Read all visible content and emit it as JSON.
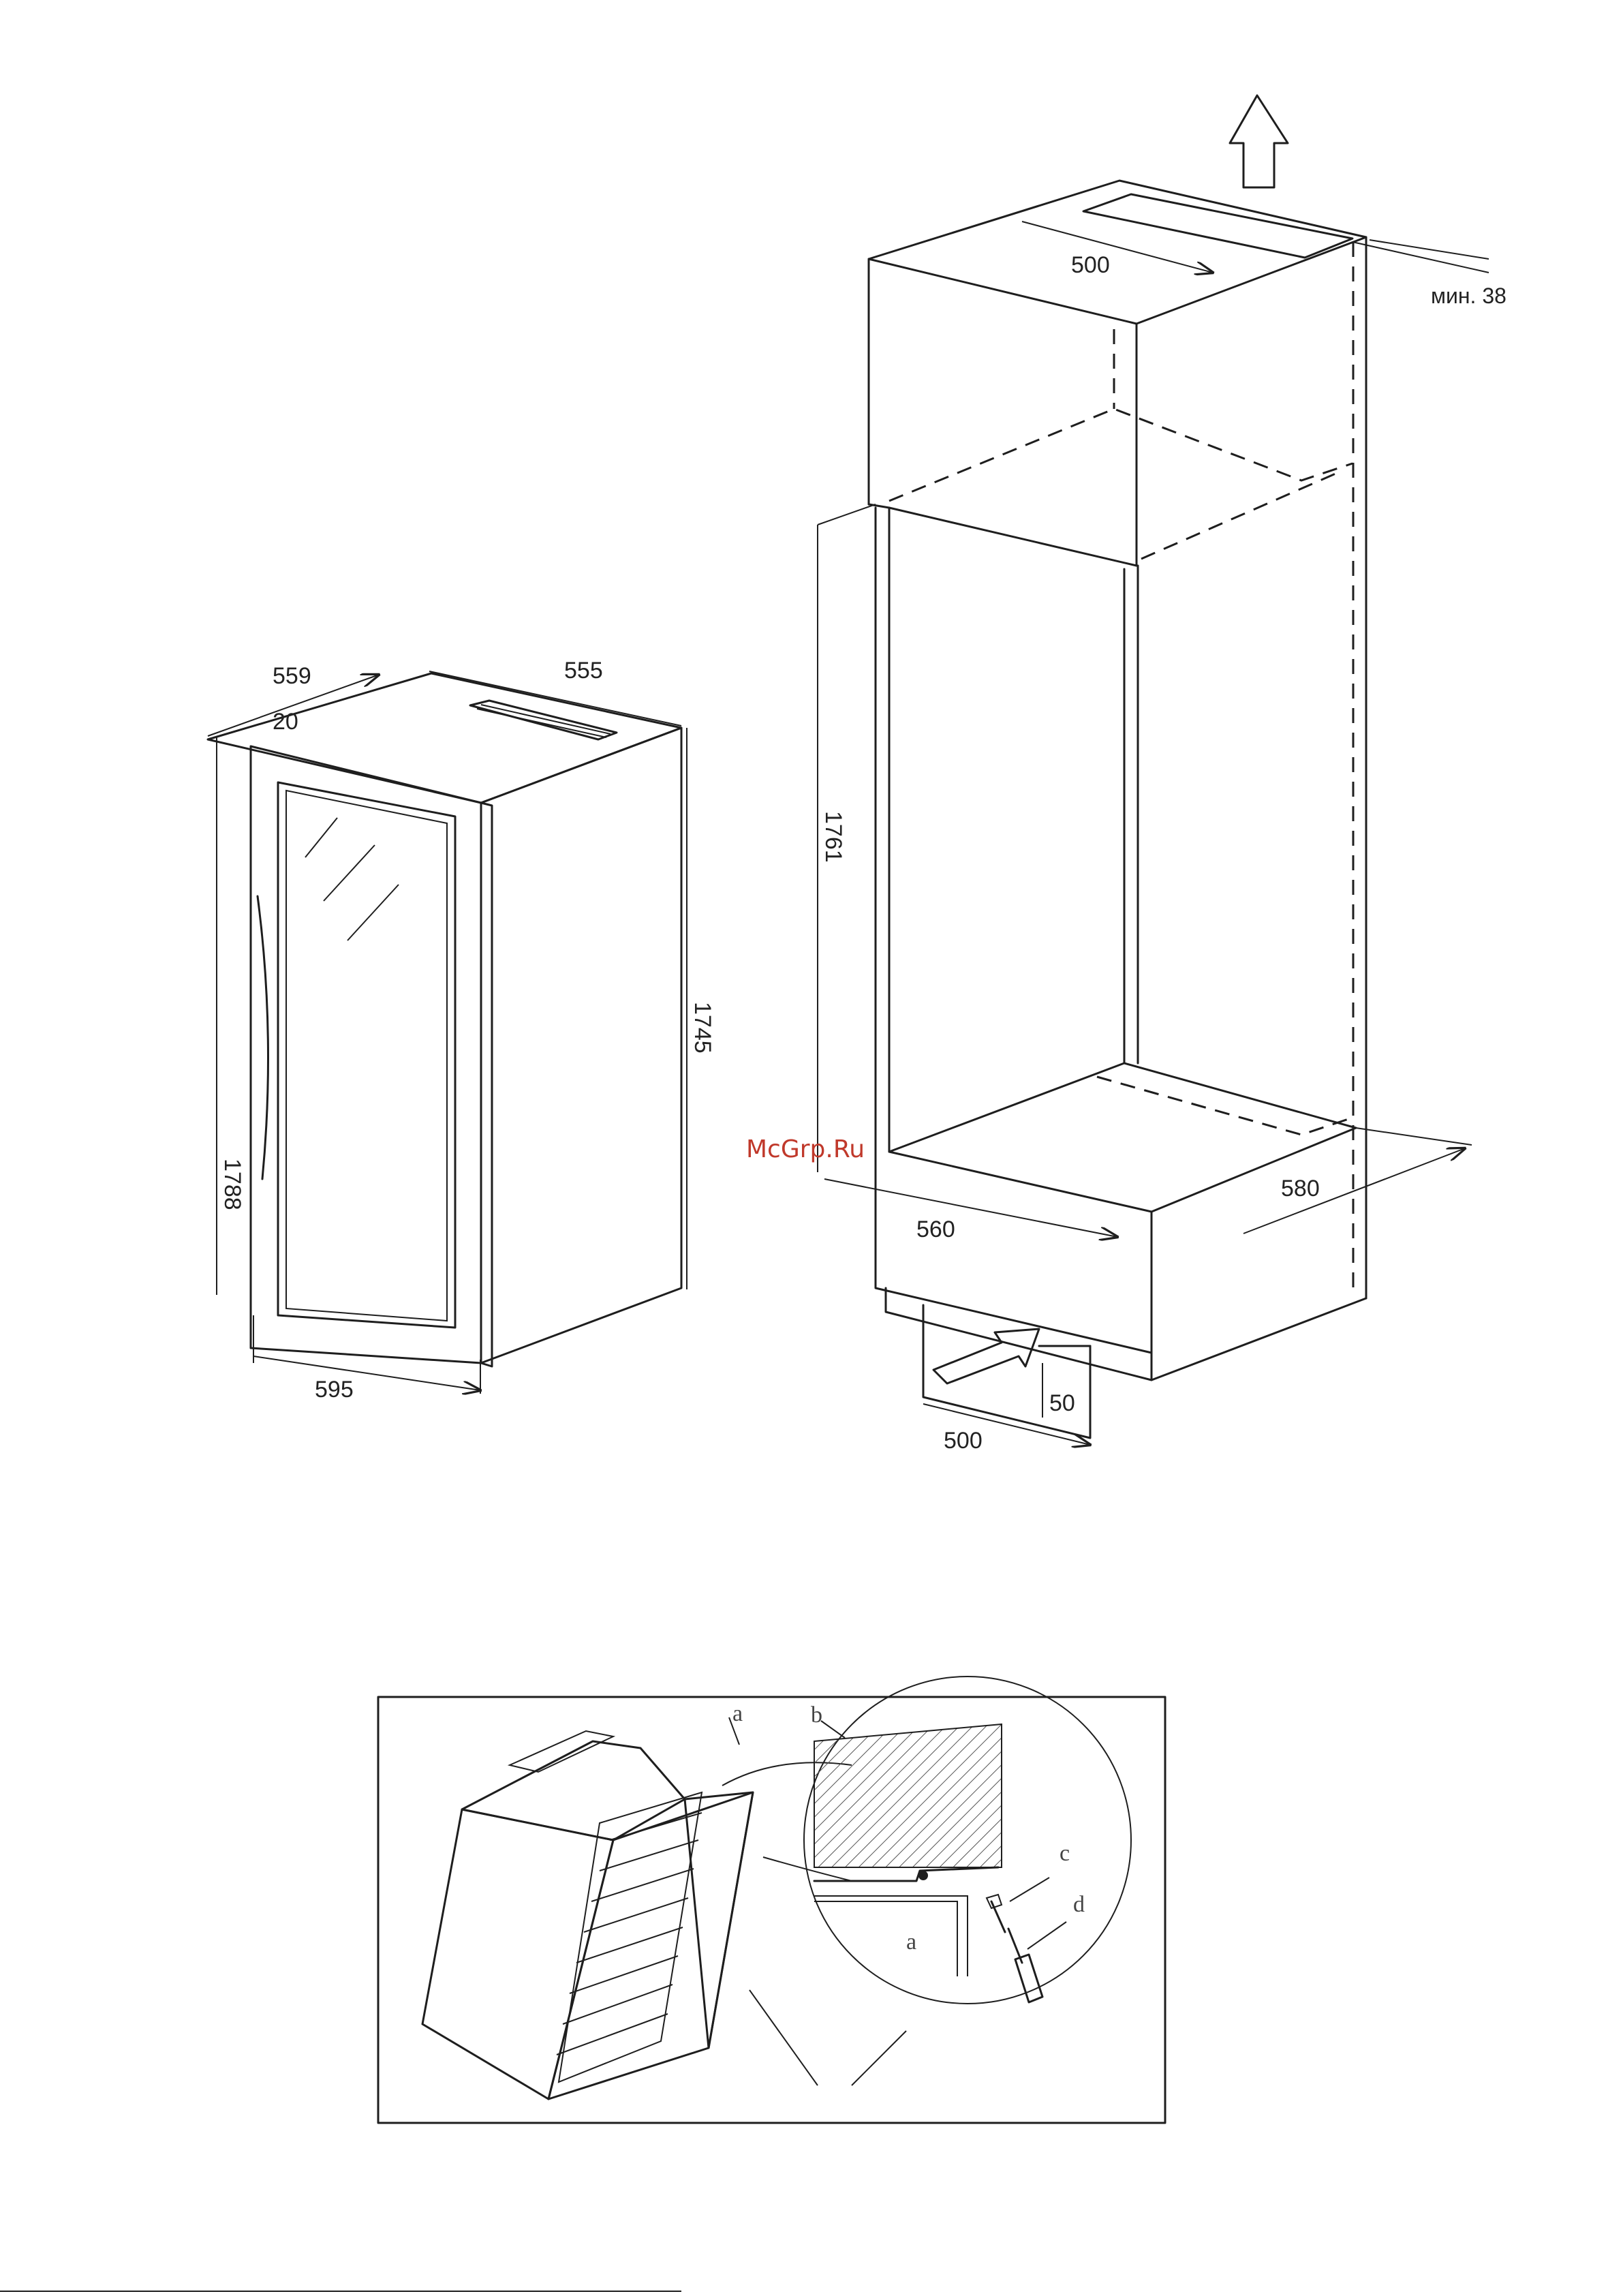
{
  "appliance_dimensions": {
    "depth_total": "559",
    "door_offset": "20",
    "depth_body": "555",
    "height_body": "1745",
    "height_total": "1788",
    "width": "595"
  },
  "niche_dimensions": {
    "top_vent_width": "500",
    "top_vent_gap": "мин. 38",
    "niche_height": "1761",
    "niche_width": "560",
    "niche_depth": "580",
    "bottom_vent_width": "500",
    "bottom_vent_height": "50"
  },
  "watermark": "McGrp.Ru",
  "install_detail": {
    "letters": [
      "a",
      "b",
      "c",
      "d",
      "a"
    ]
  },
  "colors": {
    "line": "#1e1e1e",
    "watermark": "#c0392b",
    "hatch": "#555555"
  }
}
